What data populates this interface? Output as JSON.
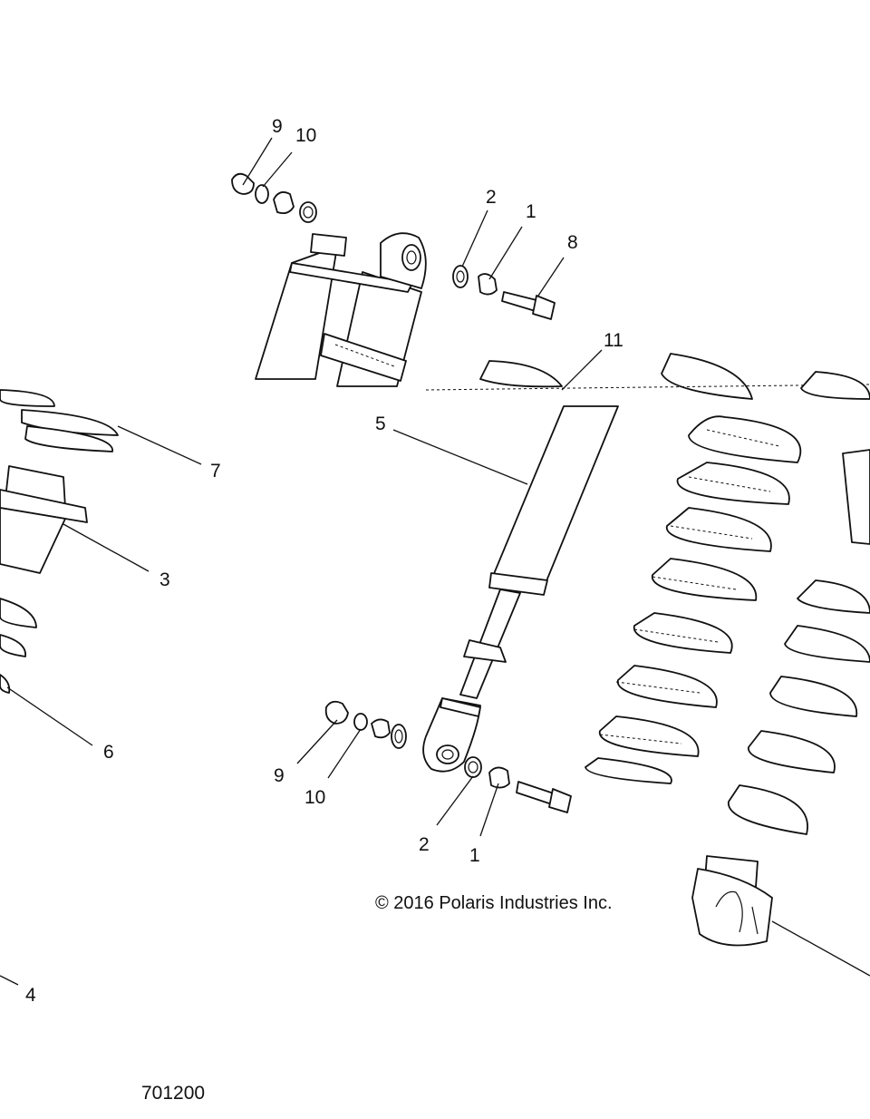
{
  "diagram": {
    "callouts": [
      {
        "id": "c9-top",
        "text": "9"
      },
      {
        "id": "c10-top",
        "text": "10"
      },
      {
        "id": "c2-top",
        "text": "2"
      },
      {
        "id": "c1-top",
        "text": "1"
      },
      {
        "id": "c8",
        "text": "8"
      },
      {
        "id": "c11",
        "text": "11"
      },
      {
        "id": "c5",
        "text": "5"
      },
      {
        "id": "c7",
        "text": "7"
      },
      {
        "id": "c3",
        "text": "3"
      },
      {
        "id": "c6",
        "text": "6"
      },
      {
        "id": "c9-bottom",
        "text": "9"
      },
      {
        "id": "c10-bottom",
        "text": "10"
      },
      {
        "id": "c2-bottom",
        "text": "2"
      },
      {
        "id": "c1-bottom",
        "text": "1"
      },
      {
        "id": "c4",
        "text": "4"
      }
    ],
    "copyright": "© 2016 Polaris Industries Inc.",
    "figure_id": "701200"
  }
}
